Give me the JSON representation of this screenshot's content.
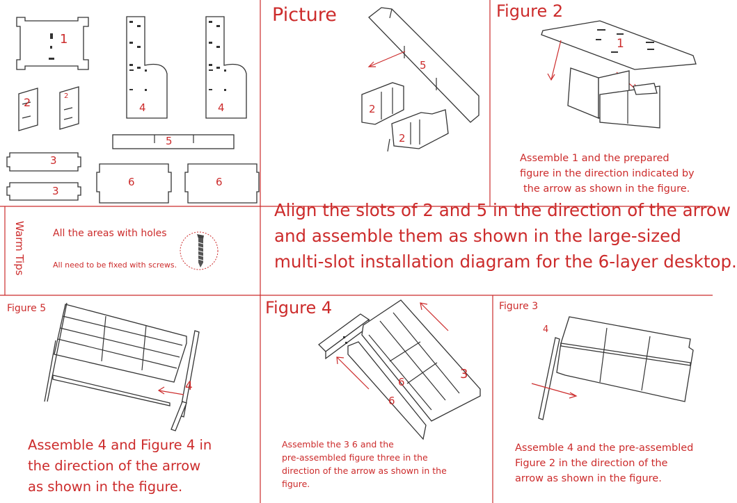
{
  "headers": {
    "picture": "Picture",
    "figure2": "Figure 2",
    "figure4": "Figure 4",
    "figure5": "Figure 5",
    "figure3": "Figure 3"
  },
  "part_labels": {
    "p1": "1",
    "p2": "2",
    "p2b": "2",
    "p4a": "4",
    "p4b": "4",
    "p5": "5",
    "p3a": "3",
    "p3b": "3",
    "p6a": "6",
    "p6b": "6",
    "pic5": "5",
    "pic2a": "2",
    "pic2b": "2",
    "fig2_1": "1",
    "fig5_4": "4",
    "fig4_6a": "6",
    "fig4_6b": "6",
    "fig4_3": "3",
    "fig3_4": "4"
  },
  "warm_tips": {
    "title": "Warm Tips",
    "line1": "All the areas with holes",
    "line2": "All need to be fixed with screws."
  },
  "main_instruction": [
    "Align the slots of 2 and 5 in the direction of the arrow",
    "and assemble them as shown in the large-sized",
    "multi-slot installation diagram for the 6-layer desktop."
  ],
  "figure2_caption": [
    "Assemble 1 and the prepared",
    "figure in the direction indicated by",
    "the arrow as shown in the figure."
  ],
  "figure5_caption": [
    "Assemble 4 and Figure 4 in",
    "the direction of the arrow",
    "as shown in the figure."
  ],
  "figure4_caption": [
    "Assemble the 3 6 and the",
    "pre-assembled figure three in the",
    "direction of the arrow as shown in the",
    "figure."
  ],
  "figure3_caption": [
    "Assemble 4 and the pre-assembled",
    "Figure 2 in the direction of the",
    "arrow as shown in the figure."
  ],
  "colors": {
    "accent": "#cc2b2b",
    "line": "#333333"
  }
}
